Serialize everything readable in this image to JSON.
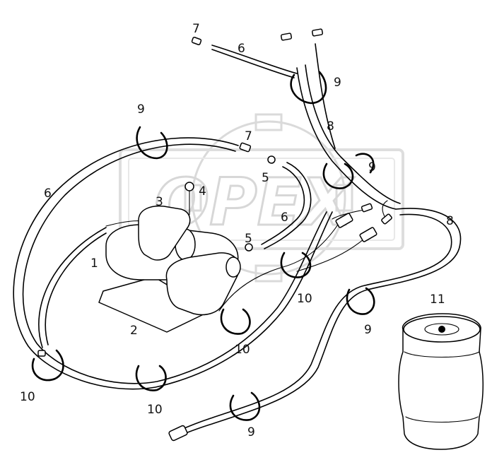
{
  "watermark": {
    "text": "OPEX"
  },
  "callouts": [
    {
      "id": "c1",
      "text": "1"
    },
    {
      "id": "c2",
      "text": "2"
    },
    {
      "id": "c3",
      "text": "3"
    },
    {
      "id": "c4",
      "text": "4"
    },
    {
      "id": "c5a",
      "text": "5"
    },
    {
      "id": "c5b",
      "text": "5"
    },
    {
      "id": "c6a",
      "text": "6"
    },
    {
      "id": "c6b",
      "text": "6"
    },
    {
      "id": "c6c",
      "text": "6"
    },
    {
      "id": "c7a",
      "text": "7"
    },
    {
      "id": "c7b",
      "text": "7"
    },
    {
      "id": "c8a",
      "text": "8"
    },
    {
      "id": "c8b",
      "text": "8"
    },
    {
      "id": "c9a",
      "text": "9"
    },
    {
      "id": "c9b",
      "text": "9"
    },
    {
      "id": "c9c",
      "text": "9"
    },
    {
      "id": "c9d",
      "text": "9"
    },
    {
      "id": "c9e",
      "text": "9"
    },
    {
      "id": "c10a",
      "text": "10"
    },
    {
      "id": "c10b",
      "text": "10"
    },
    {
      "id": "c10c",
      "text": "10"
    },
    {
      "id": "c10d",
      "text": "10"
    },
    {
      "id": "c11",
      "text": "11"
    }
  ]
}
